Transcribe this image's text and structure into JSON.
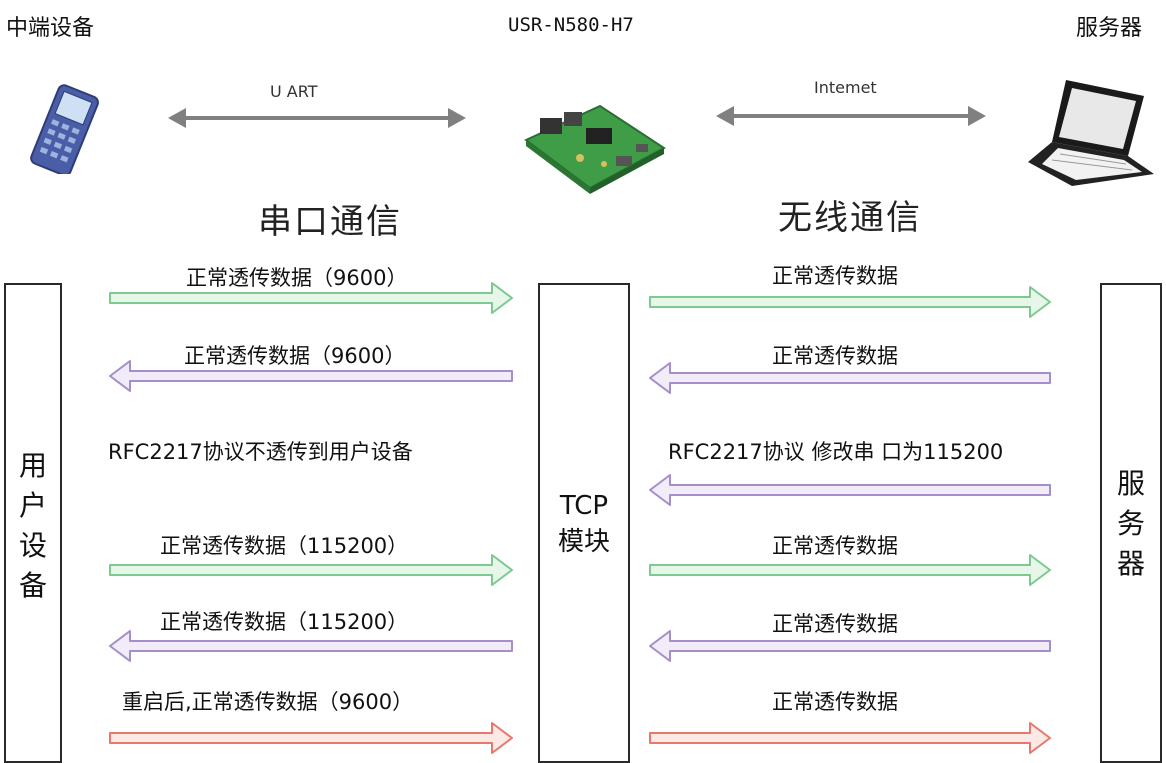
{
  "header": {
    "left_title": "中端设备",
    "center_title": "USR-N580-H7",
    "right_title": "服务器"
  },
  "links": {
    "uart_label": "U ART",
    "internet_label": "Intemet"
  },
  "sections": {
    "serial_title": "串口通信",
    "wireless_title": "无线通信"
  },
  "boxes": {
    "user_device": "用\n户\n设\n备",
    "tcp_module": "TCP\n模块",
    "server": "服\n务\n器"
  },
  "left_messages": [
    {
      "text": "正常透传数据（9600）",
      "direction": "right",
      "color": "green"
    },
    {
      "text": "正常透传数据（9600）",
      "direction": "left",
      "color": "purple"
    },
    {
      "text": "RFC2217协议不透传到用户设备",
      "direction": "none",
      "color": ""
    },
    {
      "text": "正常透传数据（115200）",
      "direction": "right",
      "color": "green"
    },
    {
      "text": "正常透传数据（115200）",
      "direction": "left",
      "color": "purple"
    },
    {
      "text": "重启后,正常透传数据（9600）",
      "direction": "right",
      "color": "red"
    }
  ],
  "right_messages": [
    {
      "text": "正常透传数据",
      "direction": "right",
      "color": "green"
    },
    {
      "text": "正常透传数据",
      "direction": "left",
      "color": "purple"
    },
    {
      "text": "RFC2217协议 修改串 口为115200",
      "direction": "left",
      "color": "purple"
    },
    {
      "text": "正常透传数据",
      "direction": "right",
      "color": "green"
    },
    {
      "text": "正常透传数据",
      "direction": "left",
      "color": "purple"
    },
    {
      "text": "正常透传数据",
      "direction": "right",
      "color": "red"
    }
  ],
  "colors": {
    "green_stroke": "#7dc98f",
    "green_fill": "#e6f6e9",
    "purple_stroke": "#a48fc8",
    "purple_fill": "#f1ecf8",
    "red_stroke": "#e8786e",
    "red_fill": "#fbe9e6",
    "gray_arrow": "#808080"
  },
  "icons": {
    "left": "handheld-terminal-icon",
    "center": "circuit-board-icon",
    "right": "laptop-icon"
  }
}
